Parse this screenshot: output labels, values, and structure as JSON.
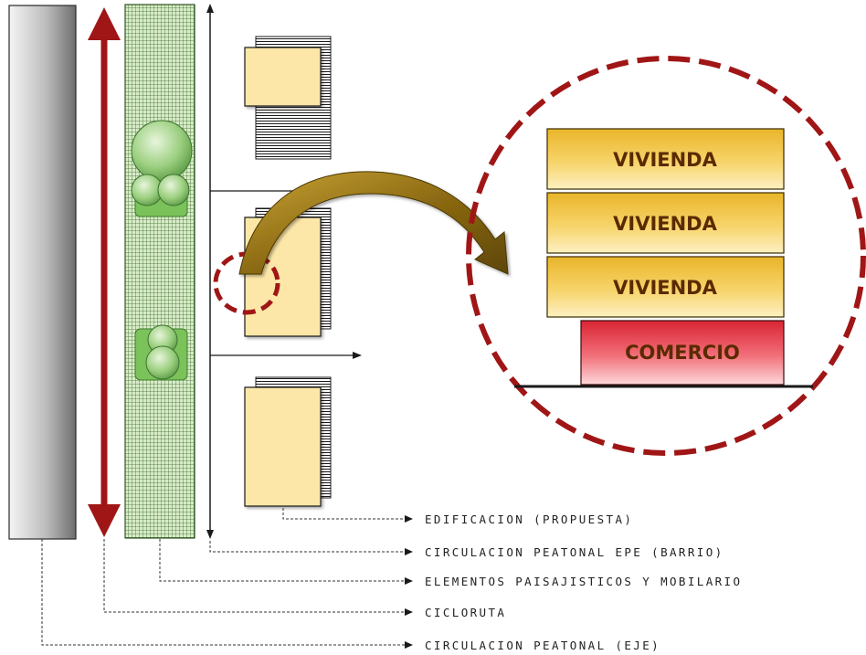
{
  "colors": {
    "accent_red": "#a01616",
    "vivienda_fill": "#f3c94a",
    "comercio_fill": "#e73d45",
    "building_fill": "#fde7a8",
    "green_strip": "#c9e5b8",
    "tree_green": "#86c269",
    "arrow_gold": "#9a7410"
  },
  "stack": {
    "floors": [
      "VIVIENDA",
      "VIVIENDA",
      "VIVIENDA"
    ],
    "ground": "COMERCIO"
  },
  "legend": {
    "items": [
      "EDIFICACION (PROPUESTA)",
      "CIRCULACION PEATONAL EPE (BARRIO)",
      "ELEMENTOS PAISAJISTICOS Y MOBILARIO",
      "CICLORUTA",
      "CIRCULACION PEATONAL (EJE)"
    ]
  },
  "icons": [
    "double-arrow-icon",
    "tree-icon",
    "curved-arrow-icon",
    "dashed-circle-icon"
  ]
}
